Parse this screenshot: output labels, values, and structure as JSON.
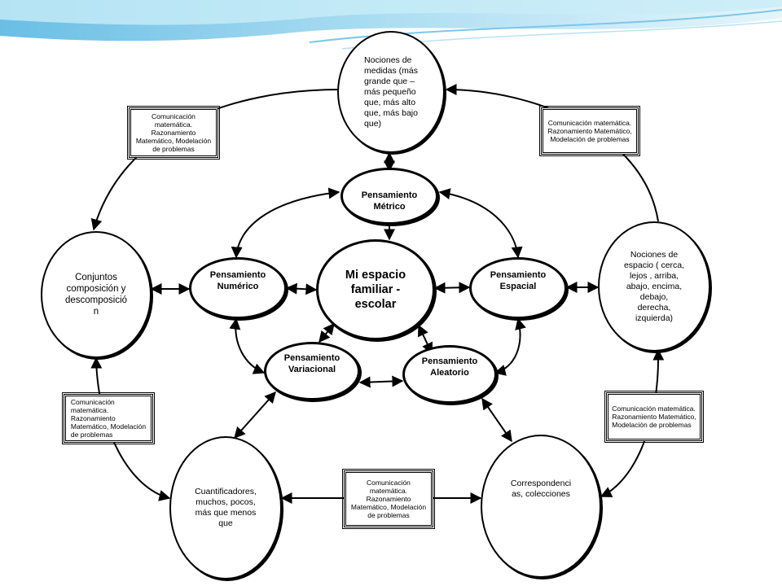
{
  "colors": {
    "sky_light": "#dff3fb",
    "sky_mid": "#9fd8f0",
    "sky_dark": "#4fb3e0",
    "line": "#000000"
  },
  "center": {
    "label": "Mi espacio\nfamiliar -\nescolar"
  },
  "inner": {
    "metrico": "Pensamiento\nMétrico",
    "numerico": "Pensamiento\nNumérico",
    "espacial": "Pensamiento\nEspacial",
    "variacional": "Pensamiento\nVariacional",
    "aleatorio": "Pensamiento\nAleatorio"
  },
  "outer": {
    "medidas": "Nociones de\nmedidas (más\ngrande que –\nmás pequeño\nque, más alto\nque, más bajo\nque)",
    "conjuntos": "Conjuntos\ncomposición y\ndescomposició\nn",
    "espacio": "Nociones de\nespacio ( cerca,\nlejos , arriba,\nabajo, encima,\ndebajo,\nderecha,\nizquierda)",
    "cuantificadores": "Cuantificadores,\nmuchos, pocos,\nmás que menos\nque",
    "correspondencias": "Correspondenci\nas, colecciones"
  },
  "boxes": {
    "top_left": "Comunicación\nmatemática.\nRazonamiento\nMatemático, Modelación\nde problemas",
    "top_right": "Comunicación matemática.\nRazonamiento Matemático,\nModelación de problemas",
    "left": "Comunicación\nmatemática.\nRazonamiento\nMatemático, Modelación\nde problemas",
    "right": "Comunicación matemática.\nRazonamiento Matemático,\nModelación de problemas",
    "bottom": "Comunicación\nmatemática.\nRazonamiento\nMatemático, Modelación\nde problemas"
  }
}
